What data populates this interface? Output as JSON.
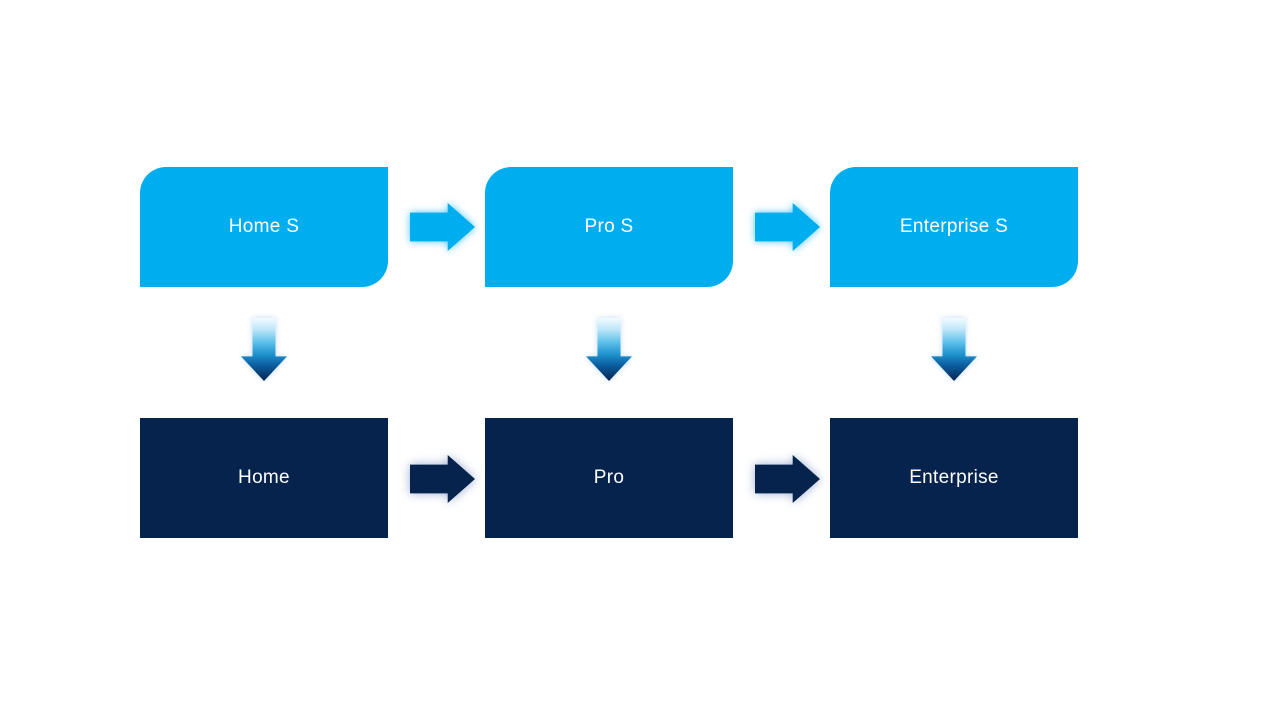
{
  "diagram": {
    "type": "flow-diagram",
    "columns": [
      {
        "top_label": "Home S",
        "bottom_label": "Home"
      },
      {
        "top_label": "Pro S",
        "bottom_label": "Pro"
      },
      {
        "top_label": "Enterprise S",
        "bottom_label": "Enterprise"
      }
    ],
    "connectors": {
      "top_row_right_arrows": 2,
      "bottom_row_right_arrows": 2,
      "down_arrows": 3,
      "right_arrow_glyph": "➡",
      "down_arrow_glyph": "⬇"
    },
    "colors": {
      "top_node_fill": "#00AEEF",
      "bottom_node_fill": "#06234E",
      "label_text": "#FFFFFF",
      "down_arrow_gradient_start": "#F3FBFE",
      "down_arrow_gradient_end": "#062451",
      "background": "#FFFFFF"
    }
  }
}
